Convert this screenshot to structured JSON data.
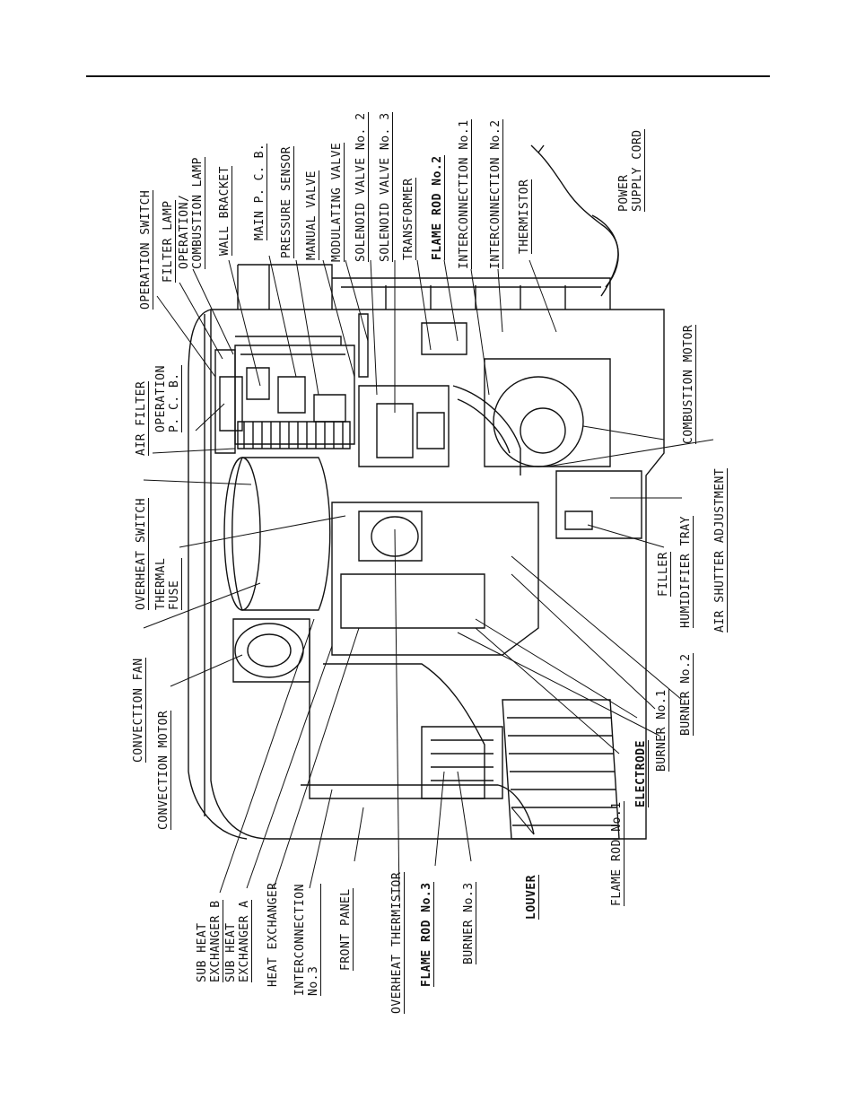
{
  "labels": {
    "operation_switch": "OPERATION SWITCH",
    "filter_lamp": "FILTER LAMP",
    "operation_combustion_lamp_1": "OPERATION/",
    "operation_combustion_lamp_2": "COMBUSTION LAMP",
    "wall_bracket": "WALL BRACKET",
    "main_pcb": "MAIN P. C. B.",
    "pressure_sensor": "PRESSURE SENSOR",
    "manual_valve": "MANUAL VALVE",
    "modulating_valve": "MODULATING VALVE",
    "solenoid_valve_2": "SOLENOID VALVE No. 2",
    "solenoid_valve_3": "SOLENOID VALVE No. 3",
    "transformer": "TRANSFORMER",
    "flame_rod_2": "FLAME ROD No.2",
    "interconnection_1": "INTERCONNECTION No.1",
    "interconnection_2": "INTERCONNECTION No.2",
    "thermistor": "THERMISTOR",
    "power_supply_cord_1": "POWER",
    "power_supply_cord_2": "SUPPLY CORD",
    "air_filter": "AIR FILTER",
    "operation_pcb_1": "OPERATION",
    "operation_pcb_2": "P. C. B.",
    "combustion_motor": "COMBUSTION MOTOR",
    "overheat_switch": "OVERHEAT SWITCH",
    "thermal_fuse_1": "THERMAL",
    "thermal_fuse_2": "FUSE",
    "convection_fan": "CONVECTION FAN",
    "convection_motor": "CONVECTION MOTOR",
    "air_shutter_adjustment": "AIR SHUTTER ADJUSTMENT",
    "humidifier_tray": "HUMIDIFIER TRAY",
    "filler": "FILLER",
    "burner_2": "BURNER No.2",
    "burner_1": "BURNER No.1",
    "electrode": "ELECTRODE",
    "flame_rod_1": "FLAME ROD No.1",
    "louver": "LOUVER",
    "burner_3": "BURNER No.3",
    "flame_rod_3": "FLAME ROD No.3",
    "overheat_thermistor": "OVERHEAT THERMISTOR",
    "front_panel": "FRONT PANEL",
    "interconnection_3_1": "INTERCONNECTION",
    "interconnection_3_2": "No.3",
    "heat_exchanger": "HEAT EXCHANGER",
    "sub_heat_exchanger_a_1": "SUB HEAT",
    "sub_heat_exchanger_a_2": "EXCHANGER A",
    "sub_heat_exchanger_b_1": "SUB HEAT",
    "sub_heat_exchanger_b_2": "EXCHANGER B"
  }
}
